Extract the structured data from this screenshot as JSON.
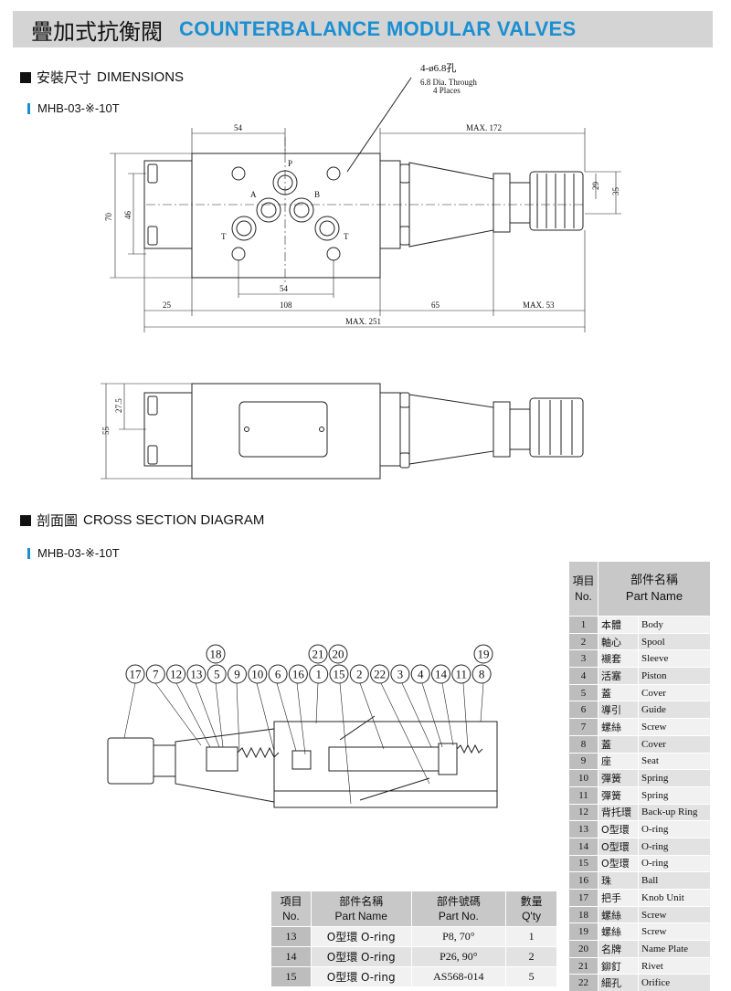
{
  "header": {
    "title_zh": "疊加式抗衡閥",
    "title_en": "COUNTERBALANCE MODULAR VALVES"
  },
  "dimensions_section": {
    "title_zh": "安裝尺寸",
    "title_en": "DIMENSIONS",
    "model": "MHB-03-※-10T",
    "hole_note_zh": "4-ø6.8孔",
    "hole_note_en_1": "6.8 Dia. Through",
    "hole_note_en_2": "4 Places",
    "port_labels": [
      "P",
      "A",
      "B",
      "T",
      "T"
    ],
    "dims": {
      "d54_top": "54",
      "max172": "MAX. 172",
      "d29": "29",
      "d35": "35",
      "d70": "70",
      "d46": "46",
      "d54_bottom": "54",
      "d25": "25",
      "d108": "108",
      "d65": "65",
      "max53": "MAX. 53",
      "max251": "MAX. 251",
      "d27_5": "27.5",
      "d55": "55"
    }
  },
  "cross_section": {
    "title_zh": "剖面圖",
    "title_en": "CROSS SECTION DIAGRAM",
    "model": "MHB-03-※-10T",
    "callouts_row1": [
      "17",
      "7",
      "12",
      "13",
      "5",
      "9",
      "10",
      "6",
      "16",
      "1",
      "15",
      "2",
      "22",
      "3",
      "4",
      "14",
      "11",
      "8"
    ],
    "callouts_row2": [
      "18",
      "21",
      "20",
      "19"
    ]
  },
  "parts_table": {
    "header_no_zh": "項目",
    "header_no_en": "No.",
    "header_name_zh": "部件名稱",
    "header_name_en": "Part Name",
    "rows": [
      {
        "no": "1",
        "zh": "本體",
        "en": "Body"
      },
      {
        "no": "2",
        "zh": "軸心",
        "en": "Spool"
      },
      {
        "no": "3",
        "zh": "襯套",
        "en": "Sleeve"
      },
      {
        "no": "4",
        "zh": "活塞",
        "en": "Piston"
      },
      {
        "no": "5",
        "zh": "蓋",
        "en": "Cover"
      },
      {
        "no": "6",
        "zh": "導引",
        "en": "Guide"
      },
      {
        "no": "7",
        "zh": "螺絲",
        "en": "Screw"
      },
      {
        "no": "8",
        "zh": "蓋",
        "en": "Cover"
      },
      {
        "no": "9",
        "zh": "座",
        "en": "Seat"
      },
      {
        "no": "10",
        "zh": "彈簧",
        "en": "Spring"
      },
      {
        "no": "11",
        "zh": "彈簧",
        "en": "Spring"
      },
      {
        "no": "12",
        "zh": "背托環",
        "en": "Back-up Ring"
      },
      {
        "no": "13",
        "zh": "O型環",
        "en": "O-ring"
      },
      {
        "no": "14",
        "zh": "O型環",
        "en": "O-ring"
      },
      {
        "no": "15",
        "zh": "O型環",
        "en": "O-ring"
      },
      {
        "no": "16",
        "zh": "珠",
        "en": "Ball"
      },
      {
        "no": "17",
        "zh": "把手",
        "en": "Knob Unit"
      },
      {
        "no": "18",
        "zh": "螺絲",
        "en": "Screw"
      },
      {
        "no": "19",
        "zh": "螺絲",
        "en": "Screw"
      },
      {
        "no": "20",
        "zh": "名牌",
        "en": "Name Plate"
      },
      {
        "no": "21",
        "zh": "鉚釘",
        "en": "Rivet"
      },
      {
        "no": "22",
        "zh": "細孔",
        "en": "Orifice"
      }
    ]
  },
  "oring_table": {
    "h_no_zh": "項目",
    "h_no_en": "No.",
    "h_name_zh": "部件名稱",
    "h_name_en": "Part Name",
    "h_pn_zh": "部件號碼",
    "h_pn_en": "Part No.",
    "h_qty_zh": "數量",
    "h_qty_en": "Q'ty",
    "rows": [
      {
        "no": "13",
        "name": "O型環 O-ring",
        "pn": "P8, 70°",
        "qty": "1"
      },
      {
        "no": "14",
        "name": "O型環 O-ring",
        "pn": "P26, 90°",
        "qty": "2"
      },
      {
        "no": "15",
        "name": "O型環 O-ring",
        "pn": "AS568-014",
        "qty": "5"
      }
    ]
  }
}
